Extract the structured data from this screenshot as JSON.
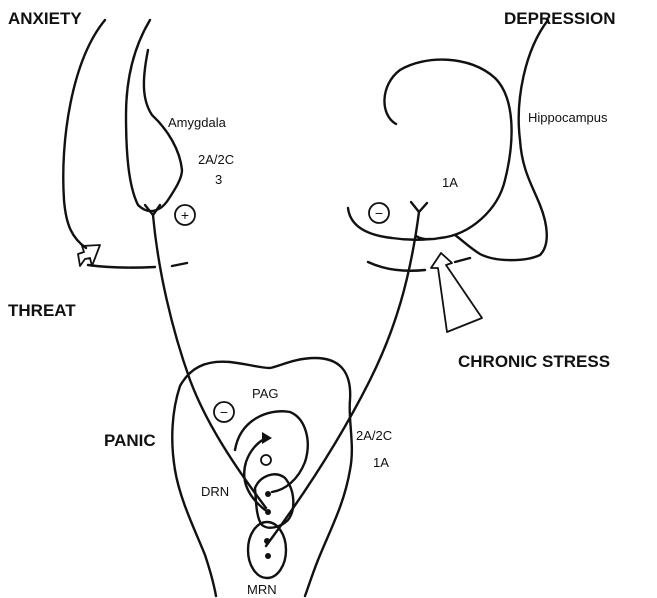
{
  "headings": {
    "anxiety": "ANXIETY",
    "depression": "DEPRESSION",
    "threat": "THREAT",
    "chronic_stress": "CHRONIC STRESS",
    "panic": "PANIC"
  },
  "regions": {
    "amygdala": "Amygdala",
    "hippocampus": "Hippocampus",
    "pag": "PAG",
    "drn": "DRN",
    "mrn": "MRN"
  },
  "receptors": {
    "amygdala_line1": "2A/2C",
    "amygdala_line2": "3",
    "hippocampus": "1A",
    "pag_line1": "2A/2C",
    "pag_line2": "1A"
  },
  "signs": {
    "amygdala": "+",
    "hippocampus": "−",
    "pag": "−"
  },
  "colors": {
    "ink": "#111111",
    "background": "#ffffff"
  }
}
